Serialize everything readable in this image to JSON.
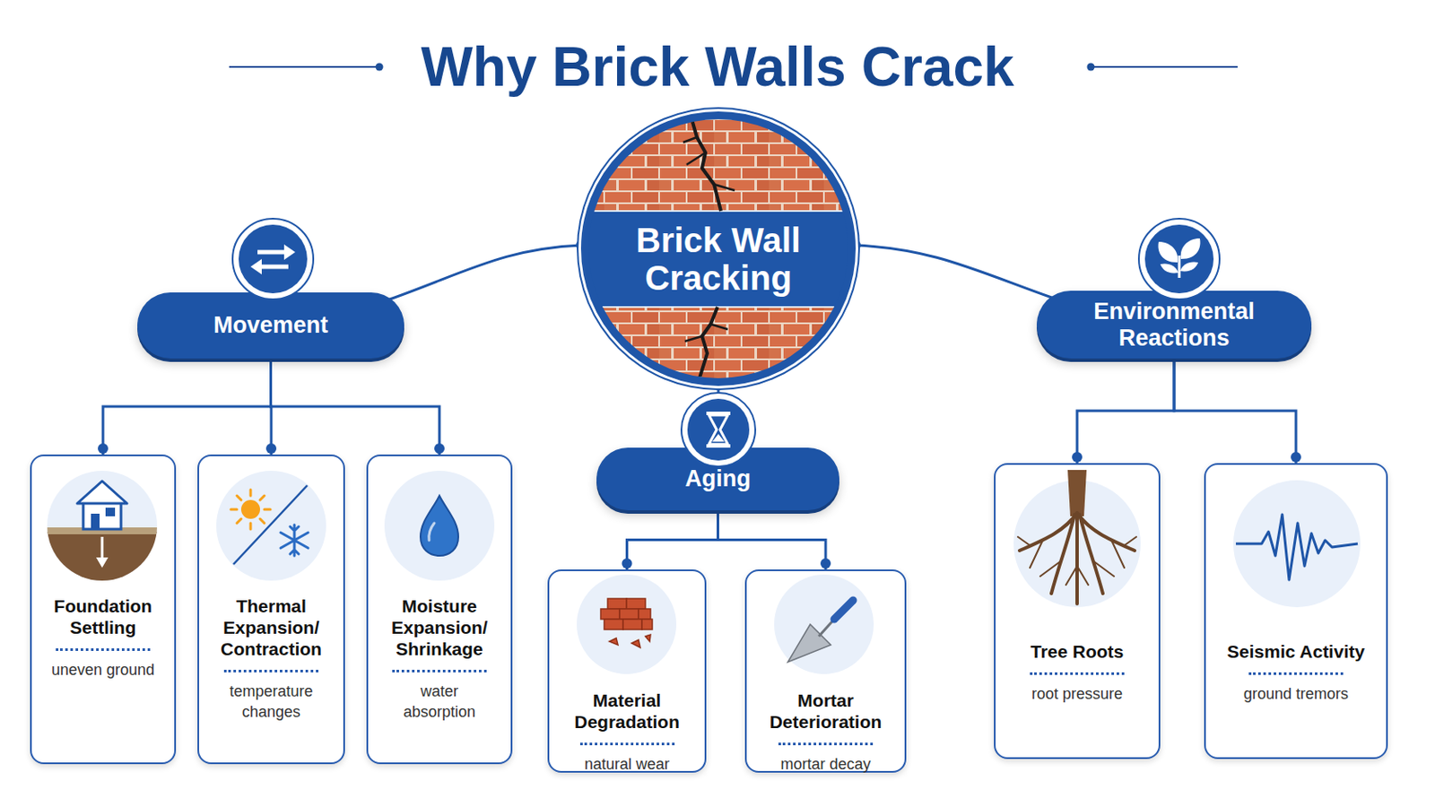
{
  "diagram": {
    "title": "Why Brick Walls Crack",
    "nodes": [
      {
        "text": [
          "Brick Wall Cracking"
        ]
      },
      {
        "text": [
          "Movement"
        ]
      },
      {
        "text": [
          "Foundation Settling",
          "uneven ground"
        ]
      },
      {
        "text": [
          "Thermal Expansion/ Contraction",
          "temperature changes"
        ]
      },
      {
        "text": [
          "Moisture Expansion/ Shrinkage",
          "water absorption"
        ]
      },
      {
        "text": [
          "Aging"
        ]
      },
      {
        "text": [
          "Material Degradation",
          "natural wear"
        ]
      },
      {
        "text": [
          "Mortar Deterioration",
          "mortar decay"
        ]
      },
      {
        "text": [
          "Environmental Reactions"
        ]
      },
      {
        "text": [
          "Tree Roots",
          "root pressure"
        ]
      },
      {
        "text": [
          "Seismic Activity",
          "ground tremors"
        ]
      }
    ],
    "edges": [
      {
        "from": 0,
        "to": 1,
        "arrow": "none"
      },
      {
        "from": 1,
        "to": 2,
        "arrow": "none"
      },
      {
        "from": 1,
        "to": 3,
        "arrow": "none"
      },
      {
        "from": 1,
        "to": 4,
        "arrow": "none"
      },
      {
        "from": 0,
        "to": 5,
        "arrow": "none"
      },
      {
        "from": 5,
        "to": 6,
        "arrow": "none"
      },
      {
        "from": 5,
        "to": 7,
        "arrow": "none"
      },
      {
        "from": 0,
        "to": 8,
        "arrow": "none"
      },
      {
        "from": 8,
        "to": 9,
        "arrow": "none"
      },
      {
        "from": 8,
        "to": 10,
        "arrow": "none"
      }
    ]
  }
}
